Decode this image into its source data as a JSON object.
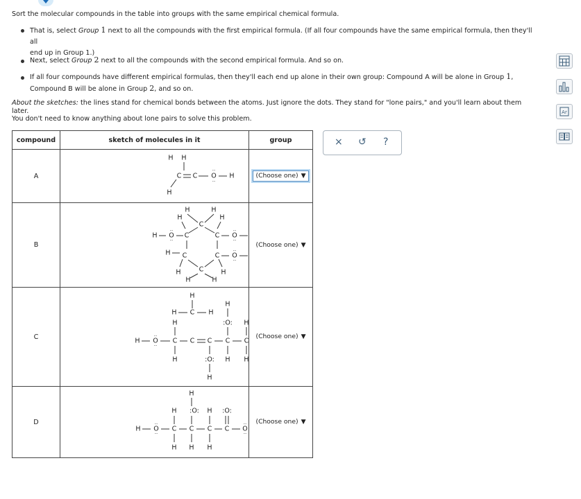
{
  "intro": {
    "line1": "Sort the molecular compounds in the table into groups with the same empirical chemical formula."
  },
  "bullets": {
    "b1_a": "That is, select ",
    "b1_group": "Group",
    "b1_one": "1",
    "b1_b": " next to all the compounds with the first empirical formula. (If all four compounds have the same empirical formula, then they'll all",
    "b1_c": "end up in Group 1.)",
    "b2_a": "Next, select ",
    "b2_group": "Group",
    "b2_two": "2",
    "b2_b": " next to all the compounds with the second empirical formula. And so on.",
    "b3_a": "If all four compounds have different empirical formulas, then they'll each end up alone in their own group: Compound A will be alone in Group ",
    "b3_one": "1",
    "b3_b": ",",
    "b3_c": "Compound B will be alone in Group ",
    "b3_two": "2",
    "b3_d": ", and so on."
  },
  "note": {
    "lead": "About the sketches:",
    "rest": " the lines stand for chemical bonds between the atoms. Just ignore the dots. They stand for \"lone pairs,\" and you'll learn about them later.",
    "line2": "You don't need to know anything about lone pairs to solve this problem."
  },
  "table": {
    "col_compound": "compound",
    "col_sketch": "sketch of molecules in it",
    "col_group": "group",
    "rows": [
      {
        "label": "A",
        "choose": "(Choose one)"
      },
      {
        "label": "B",
        "choose": "(Choose one)"
      },
      {
        "label": "C",
        "choose": "(Choose one)"
      },
      {
        "label": "D",
        "choose": "(Choose one)"
      }
    ],
    "dropdown_arrow": "▼"
  },
  "toolbox": {
    "close": "×",
    "undo": "↺",
    "help": "?"
  },
  "colors": {
    "accent": "#1b6bb7",
    "toolbox_icons": "#3d5e7a"
  },
  "sidebar_icons": [
    "calculator-icon",
    "bar-chart-icon",
    "periodic-table-icon",
    "reference-book-icon"
  ]
}
